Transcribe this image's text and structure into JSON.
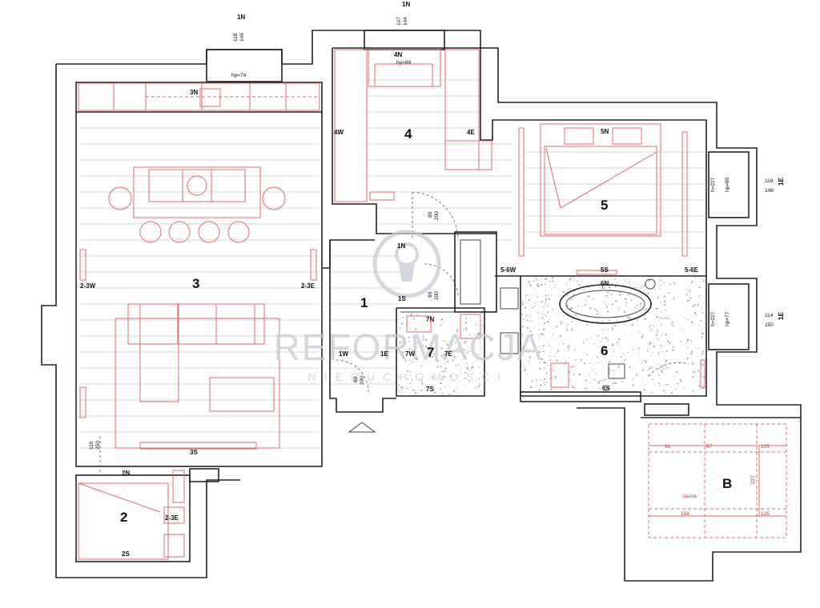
{
  "rooms": {
    "r1": "1",
    "r2": "2",
    "r3": "3",
    "r4": "4",
    "r5": "5",
    "r6": "6",
    "r7": "7",
    "rB": "B"
  },
  "tags": {
    "t1n_top": "1N",
    "t1n_top2": "1N",
    "t3n": "3N",
    "t4n": "4N",
    "t4w": "4W",
    "t4e": "4E",
    "t5n": "5N",
    "t5s": "5S",
    "t56w": "5-6W",
    "t56e": "5-6E",
    "t6n": "6N",
    "t6s": "6S",
    "t1n": "1N",
    "t1s": "1S",
    "t1w": "1W",
    "t1e": "1E",
    "t7n": "7N",
    "t7w": "7W",
    "t7e": "7E",
    "t7s": "7S",
    "t23w": "2-3W",
    "t23e": "2-3E",
    "t3s": "3S",
    "t2n": "2N",
    "t23e2": "2-3E",
    "t2s": "2S",
    "t1e_r1": "1E",
    "t1e_r2": "1E"
  },
  "dims": {
    "d118": "118",
    "d146": "146",
    "hp74": "hp=74",
    "d147": "147",
    "d144": "144",
    "hp84": "hp=84",
    "h227a": "h=227",
    "hp80": "hp=80",
    "d116": "116",
    "d148": "148",
    "h227b": "h=227",
    "hp77": "hp=77",
    "d114": "114",
    "d150": "150",
    "d80a": "80",
    "d200a": "200",
    "d80b": "80",
    "d200b": "200",
    "d80c": "80",
    "d200c": "200",
    "d110": "110",
    "d250": "250",
    "s91": "91",
    "s67": "67",
    "s125a": "125",
    "s227": "227",
    "sauna": "sauna",
    "s158": "158",
    "s125b": "125"
  },
  "watermark": {
    "main": "REFORMACJA",
    "sub": "NIERUCHOMOŚCI"
  },
  "colors": {
    "wall": "#222222",
    "furniture": "#e06a6a",
    "tile": "#c9c9c9",
    "watermark": "#c4ccd3"
  }
}
